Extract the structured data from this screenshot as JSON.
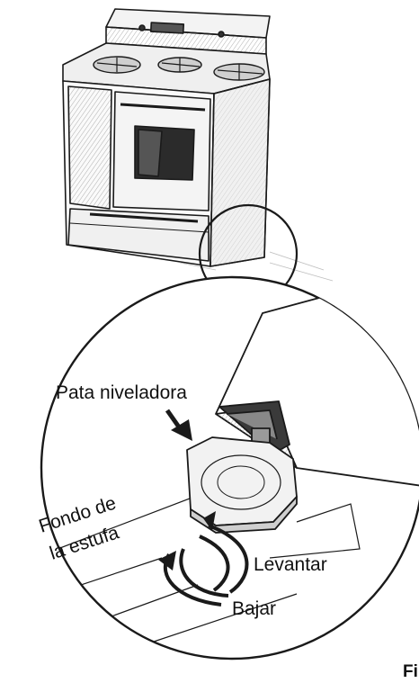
{
  "labels": {
    "leveling_leg": "Pata niveladora",
    "range_bottom_line1": "Fondo de",
    "range_bottom_line2": "la estufa",
    "raise": "Levantar",
    "lower": "Bajar",
    "figure_ref": "Fi"
  },
  "colors": {
    "ink": "#1a1a1a",
    "light_shade": "#d9d9d9",
    "dark_shade": "#3a3a3a",
    "oven_window": "#2b2b2b"
  }
}
